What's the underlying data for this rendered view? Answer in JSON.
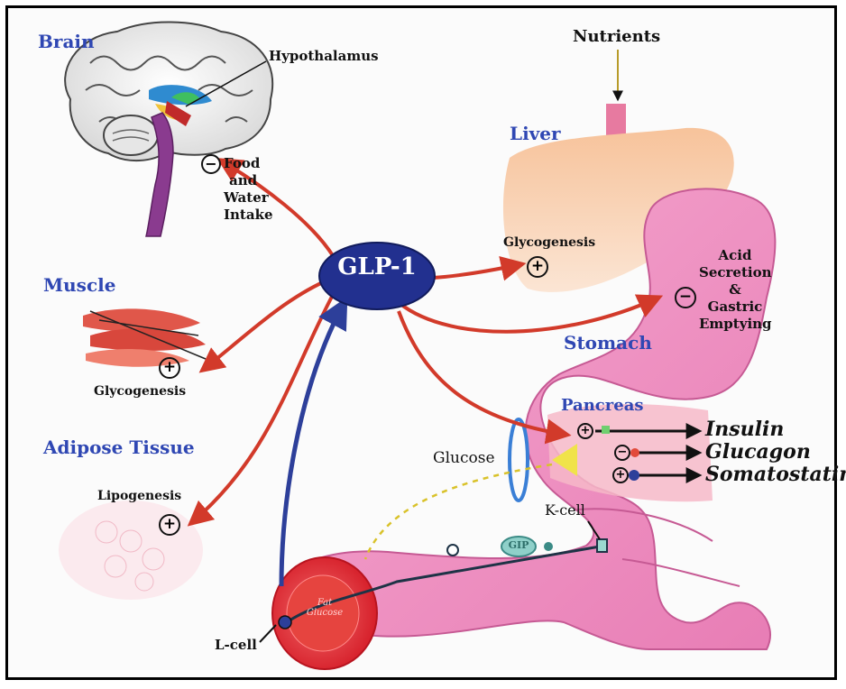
{
  "labels": {
    "brain": "Brain",
    "hypothalamus": "Hypothalamus",
    "food_water": [
      "Food",
      "and",
      "Water",
      "Intake"
    ],
    "nutrients": "Nutrients",
    "liver": "Liver",
    "glp1": "GLP-1",
    "liver_glycogenesis": "Glycogenesis",
    "acid_secretion": [
      "Acid",
      "Secretion",
      "&",
      "Gastric",
      "Emptying"
    ],
    "muscle": "Muscle",
    "muscle_glycogenesis": "Glycogenesis",
    "stomach": "Stomach",
    "adipose": "Adipose Tissue",
    "lipogenesis": "Lipogenesis",
    "pancreas": "Pancreas",
    "glucose": "Glucose",
    "insulin": "Insulin",
    "glucagon": "Glucagon",
    "somatostatin": "Somatostatin",
    "k_cell": "K-cell",
    "l_cell": "L-cell",
    "gip": "GIP",
    "fat_glucose": "Fat\nGlucose"
  },
  "symbols": {
    "plus": "+",
    "minus": "−"
  },
  "colors": {
    "effect_arrow": "#d23a2a",
    "secretion_arrow": "#2d3f9a",
    "glp1_fill": "#22308f",
    "heading_blue": "#2f47b3",
    "stomach_pink": "#ef8dbf",
    "liver_tan": "#f6c9a6",
    "intestine_red": "#e8333a"
  }
}
